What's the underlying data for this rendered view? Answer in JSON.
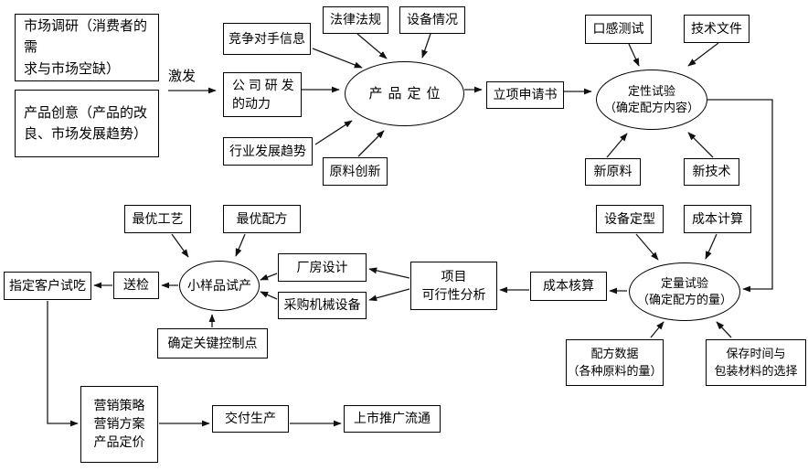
{
  "diagram": {
    "type": "flowchart",
    "language": "zh-CN",
    "colors": {
      "stroke": "#000000",
      "background": "#ffffff",
      "text": "#000000"
    },
    "edge_labels": {
      "trigger": "激发"
    },
    "nodes": {
      "market_research": {
        "shape": "rect",
        "label": "市场调研（消费者的需\n求与市场空缺）"
      },
      "product_idea": {
        "shape": "rect",
        "label": "产品创意（产品的改\n良、市场发展趋势）"
      },
      "competitor_info": {
        "shape": "rect",
        "label": "竞争对手信息"
      },
      "rd_motivation": {
        "shape": "rect",
        "label": "公 司 研 发\n的动力"
      },
      "industry_trend": {
        "shape": "rect",
        "label": "行业发展趋势"
      },
      "laws": {
        "shape": "rect",
        "label": "法律法规"
      },
      "equipment_status": {
        "shape": "rect",
        "label": "设备情况"
      },
      "material_innovation": {
        "shape": "rect",
        "label": "原料创新"
      },
      "product_positioning": {
        "shape": "ellipse",
        "label": "产品定位"
      },
      "project_application": {
        "shape": "rect",
        "label": "立项申请书"
      },
      "taste_test": {
        "shape": "rect",
        "label": "口感测试"
      },
      "technical_docs": {
        "shape": "rect",
        "label": "技术文件"
      },
      "qualitative_test": {
        "shape": "ellipse",
        "label": "定性试验\n（确定配方内容）"
      },
      "new_materials": {
        "shape": "rect",
        "label": "新原料"
      },
      "new_technology": {
        "shape": "rect",
        "label": "新技术"
      },
      "equipment_finalization": {
        "shape": "rect",
        "label": "设备定型"
      },
      "cost_calculation": {
        "shape": "rect",
        "label": "成本计算"
      },
      "quantitative_test": {
        "shape": "ellipse",
        "label": "定量试验\n（确定配方的量）"
      },
      "formula_data": {
        "shape": "rect",
        "label": "配方数据\n（各种原料的量）"
      },
      "storage_packaging": {
        "shape": "rect",
        "label": "保存时间与\n包装材料的选择"
      },
      "cost_accounting": {
        "shape": "rect",
        "label": "成本核算"
      },
      "feasibility_analysis": {
        "shape": "rect",
        "label": "项目\n可行性分析"
      },
      "plant_design": {
        "shape": "rect",
        "label": "厂房设计"
      },
      "machinery_purchase": {
        "shape": "rect",
        "label": "采购机械设备"
      },
      "optimal_process": {
        "shape": "rect",
        "label": "最优工艺"
      },
      "optimal_formula": {
        "shape": "rect",
        "label": "最优配方"
      },
      "sample_trial": {
        "shape": "ellipse",
        "label": "小样品试产"
      },
      "key_control_points": {
        "shape": "rect",
        "label": "确定关键控制点"
      },
      "inspection": {
        "shape": "rect",
        "label": "送检"
      },
      "customer_tasting": {
        "shape": "rect",
        "label": "指定客户试吃"
      },
      "marketing": {
        "shape": "rect",
        "label": "营销策略\n营销方案\n产品定价"
      },
      "production": {
        "shape": "rect",
        "label": "交付生产"
      },
      "launch": {
        "shape": "rect",
        "label": "上市推广流通"
      }
    }
  }
}
